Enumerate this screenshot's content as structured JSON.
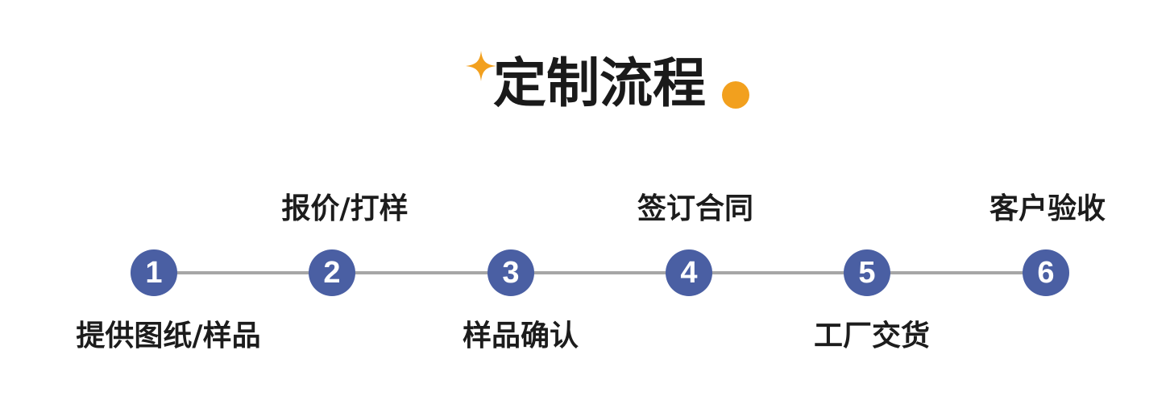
{
  "header": {
    "title": "定制流程",
    "sparkle_icon": "four-point-star-icon",
    "accent_color": "#f2a01e"
  },
  "timeline": {
    "circle_color": "#4a5fa3",
    "line_color": "#a6a6a6",
    "steps": [
      {
        "number": "1",
        "label": "提供图纸/样品",
        "position": "bottom"
      },
      {
        "number": "2",
        "label": "报价/打样",
        "position": "top"
      },
      {
        "number": "3",
        "label": "样品确认",
        "position": "bottom"
      },
      {
        "number": "4",
        "label": "签订合同",
        "position": "top"
      },
      {
        "number": "5",
        "label": "工厂交货",
        "position": "bottom"
      },
      {
        "number": "6",
        "label": "客户验收",
        "position": "top"
      }
    ]
  }
}
